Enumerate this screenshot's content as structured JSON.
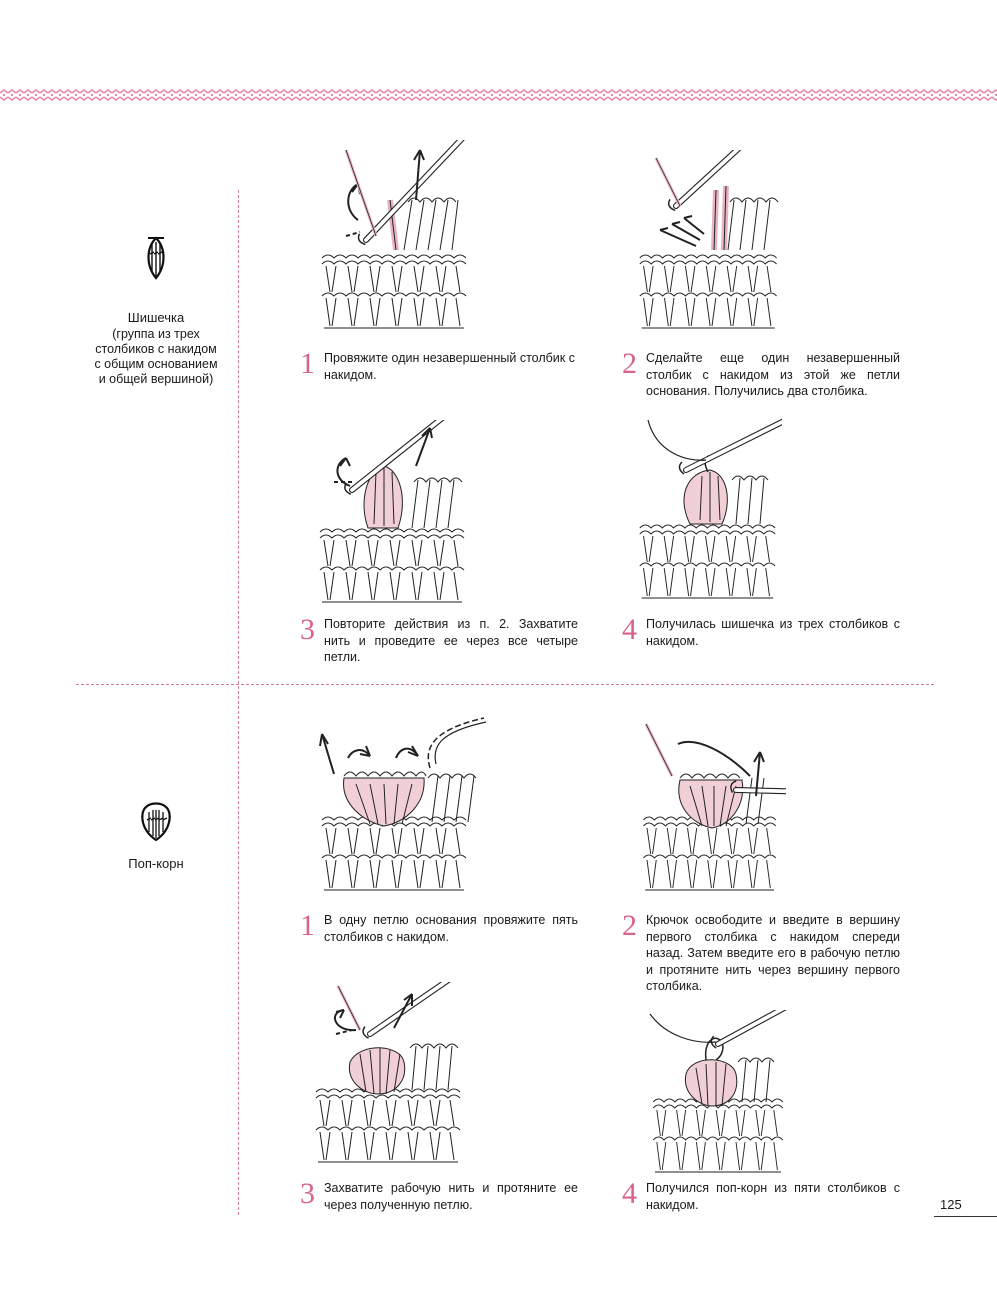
{
  "page_number": "125",
  "colors": {
    "accent": "#d9638b",
    "divider": "#d27a98",
    "yarn_pink": "#f0cfd6"
  },
  "sections": [
    {
      "name": "Шишечка",
      "description": [
        "(группа из трех",
        "столбиков с накидом",
        "с общим основанием",
        "и общей вершиной)"
      ],
      "symbol_icon": "bobble-stitch-symbol-icon",
      "steps": [
        {
          "num": "1",
          "text": "Провяжите один незавершенный столбик с накидом."
        },
        {
          "num": "2",
          "text": "Сделайте еще один незавершенный столбик с накидом из этой же петли основания. Получились два столбика."
        },
        {
          "num": "3",
          "text": "Повторите действия из п. 2. Захватите нить и проведите ее через все четыре петли."
        },
        {
          "num": "4",
          "text": "Получилась шишечка из трех столбиков с накидом."
        }
      ]
    },
    {
      "name": "Поп-корн",
      "description": [],
      "symbol_icon": "popcorn-stitch-symbol-icon",
      "steps": [
        {
          "num": "1",
          "text": "В одну петлю основания провяжите пять столбиков с накидом."
        },
        {
          "num": "2",
          "text": "Крючок освободите и введите в вершину первого столбика с накидом спереди назад. Затем введите его в рабочую петлю и протяните нить через вершину первого столбика."
        },
        {
          "num": "3",
          "text": "Захватите рабочую нить и протяните ее через полученную петлю."
        },
        {
          "num": "4",
          "text": "Получился поп-корн из пяти столбиков с накидом."
        }
      ]
    }
  ]
}
